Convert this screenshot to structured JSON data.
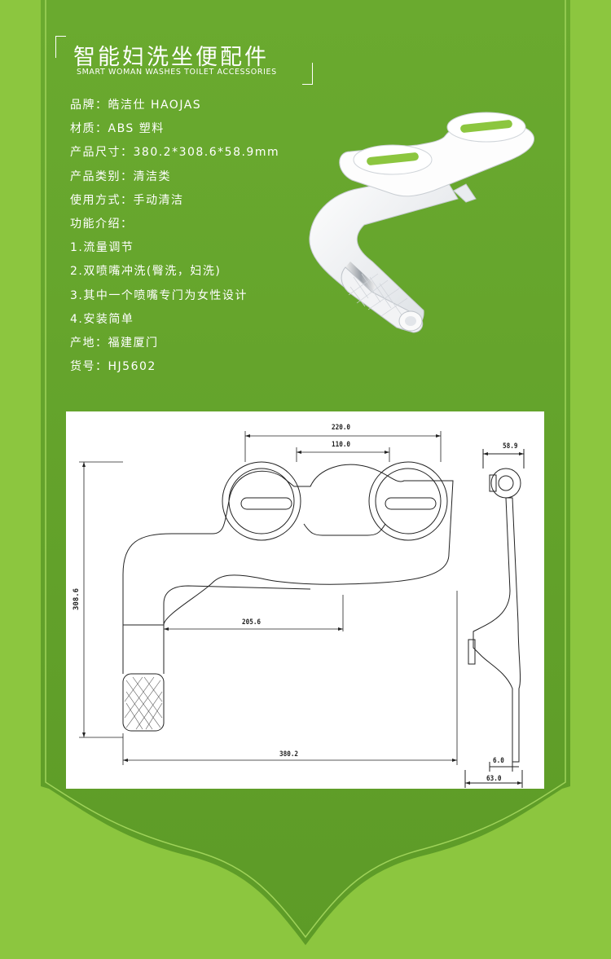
{
  "header": {
    "title": "智能妇洗坐便配件",
    "subtitle": "SMART WOMAN WASHES TOILET ACCESSORIES"
  },
  "specs": [
    "品牌：皓洁仕 HAOJAS",
    "材质：ABS 塑料",
    "产品尺寸：380.2*308.6*58.9mm",
    "产品类别：清洁类",
    "使用方式：手动清洁",
    "功能介绍：",
    "1.流量调节",
    "2.双喷嘴冲洗(臀洗，妇洗)",
    "3.其中一个喷嘴专门为女性设计",
    "4.安装简单",
    "产地：福建厦门",
    "货号：HJ5602"
  ],
  "dimensions": {
    "top_width": "220.0",
    "inner_width": "110.0",
    "height": "308.6",
    "arm_offset": "205.6",
    "total_width": "380.2",
    "side_depth": "58.9",
    "side_thickness": "6.0",
    "side_base": "63.0"
  },
  "colors": {
    "background": "#8cc63f",
    "panel_dark": "#5fa32e",
    "accent_green": "#7cc242",
    "line": "#ffffff"
  }
}
